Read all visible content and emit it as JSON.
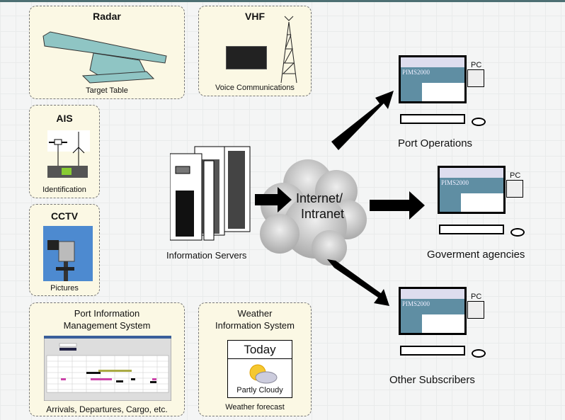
{
  "sources": {
    "radar": {
      "title": "Radar",
      "caption": "Target Table"
    },
    "vhf": {
      "title": "VHF",
      "caption": "Voice Communications"
    },
    "ais": {
      "title": "AIS",
      "caption": "Identification"
    },
    "cctv": {
      "title": "CCTV",
      "caption": "Pictures"
    },
    "pims": {
      "title_line1": "Port Information",
      "title_line2": "Management System",
      "caption": "Arrivals, Departures, Cargo, etc."
    },
    "weather": {
      "title_line1": "Weather",
      "title_line2": "Information System",
      "caption": "Weather forecast",
      "card_header": "Today",
      "card_text": "Partly Cloudy"
    }
  },
  "servers": {
    "label": "Information Servers"
  },
  "cloud": {
    "line1": "Internet/",
    "line2": "Intranet"
  },
  "clients": [
    {
      "label": "Port Operations",
      "pc_label": "PC",
      "screen_title": "PIMS2000"
    },
    {
      "label": "Goverment agencies",
      "pc_label": "PC",
      "screen_title": "PIMS2000"
    },
    {
      "label": "Other Subscribers",
      "pc_label": "PC",
      "screen_title": "PIMS2000"
    }
  ],
  "colors": {
    "box_fill": "#fbf8e4",
    "screen_blue": "#5f8ea3",
    "radar": "#8fc5c4"
  }
}
